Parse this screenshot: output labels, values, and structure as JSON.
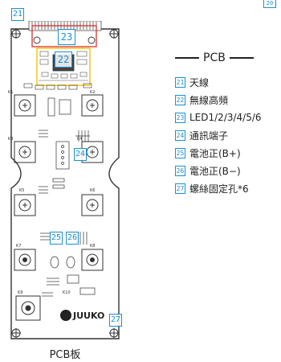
{
  "colors": {
    "accent": "#1a8fd6",
    "antenna_box": "#d91e18",
    "yellow_box": "#f2c200",
    "board_outline": "#333333"
  },
  "corner_badge": "20",
  "pcb": {
    "caption": "PCB板",
    "badges": {
      "antenna": "21",
      "rf_module": "22",
      "led": "23",
      "comm_port": "24",
      "battery_pos": "25",
      "battery_neg": "26",
      "screw_hole": "27"
    },
    "logo_text": "JUUKO",
    "silk": {
      "k1": "K1",
      "k2": "K2",
      "k3": "K3",
      "k4": "K4",
      "k5": "K5",
      "k6": "K6",
      "k7": "K7",
      "k8": "K8",
      "k9": "K9",
      "k10": "K10"
    }
  },
  "legend": {
    "title": "PCB",
    "items": [
      {
        "num": "21",
        "label": "天線"
      },
      {
        "num": "22",
        "label": "無線高頻"
      },
      {
        "num": "23",
        "label": "LED1/2/3/4/5/6"
      },
      {
        "num": "24",
        "label": "通訊端子"
      },
      {
        "num": "25",
        "label": "電池正(B+)"
      },
      {
        "num": "26",
        "label": "電池正(B−)"
      },
      {
        "num": "27",
        "label": "螺絲固定孔*6"
      }
    ]
  }
}
